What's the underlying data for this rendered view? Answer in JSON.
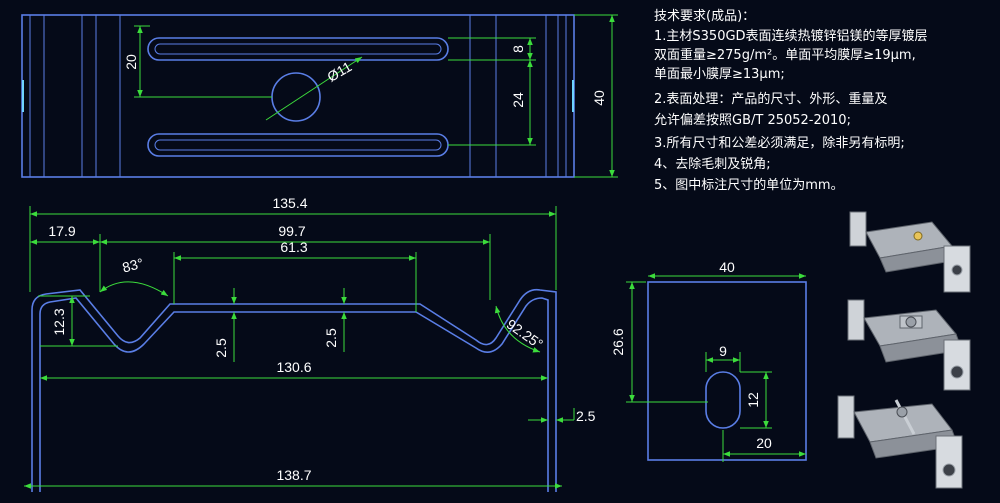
{
  "notes": {
    "title": "技术要求(成品)：",
    "lines": [
      "1.主材S350GD表面连续热镀锌铝镁的等厚镀层",
      "双面重量≥275g/m²。单面平均膜厚≥19μm,",
      "单面最小膜厚≥13μm;",
      "2.表面处理：产品的尺寸、外形、重量及",
      "允许偏差按照GB/T 25052-2010;",
      "3.所有尺寸和公差必须满足，除非另有标明;",
      "4、去除毛刺及锐角;",
      "5、图中标注尺寸的单位为mm。"
    ]
  },
  "top_view": {
    "dim_20": "20",
    "dim_8": "8",
    "dim_24": "24",
    "dim_40": "40",
    "dim_hole": "Ø11"
  },
  "front_view": {
    "dim_overall_top": "135.4",
    "dim_17_9": "17.9",
    "dim_99_7": "99.7",
    "dim_61_3": "61.3",
    "angle_83": "83°",
    "dim_12_3": "12.3",
    "dim_2_5_left": "2.5",
    "dim_2_5_mid": "2.5",
    "angle_92": "92.25°",
    "dim_130_6": "130.6",
    "dim_thickness": "2.5",
    "dim_overall_bottom": "138.7"
  },
  "side_view": {
    "dim_40": "40",
    "dim_26_6": "26.6",
    "dim_9": "9",
    "dim_12": "12",
    "dim_20": "20"
  }
}
